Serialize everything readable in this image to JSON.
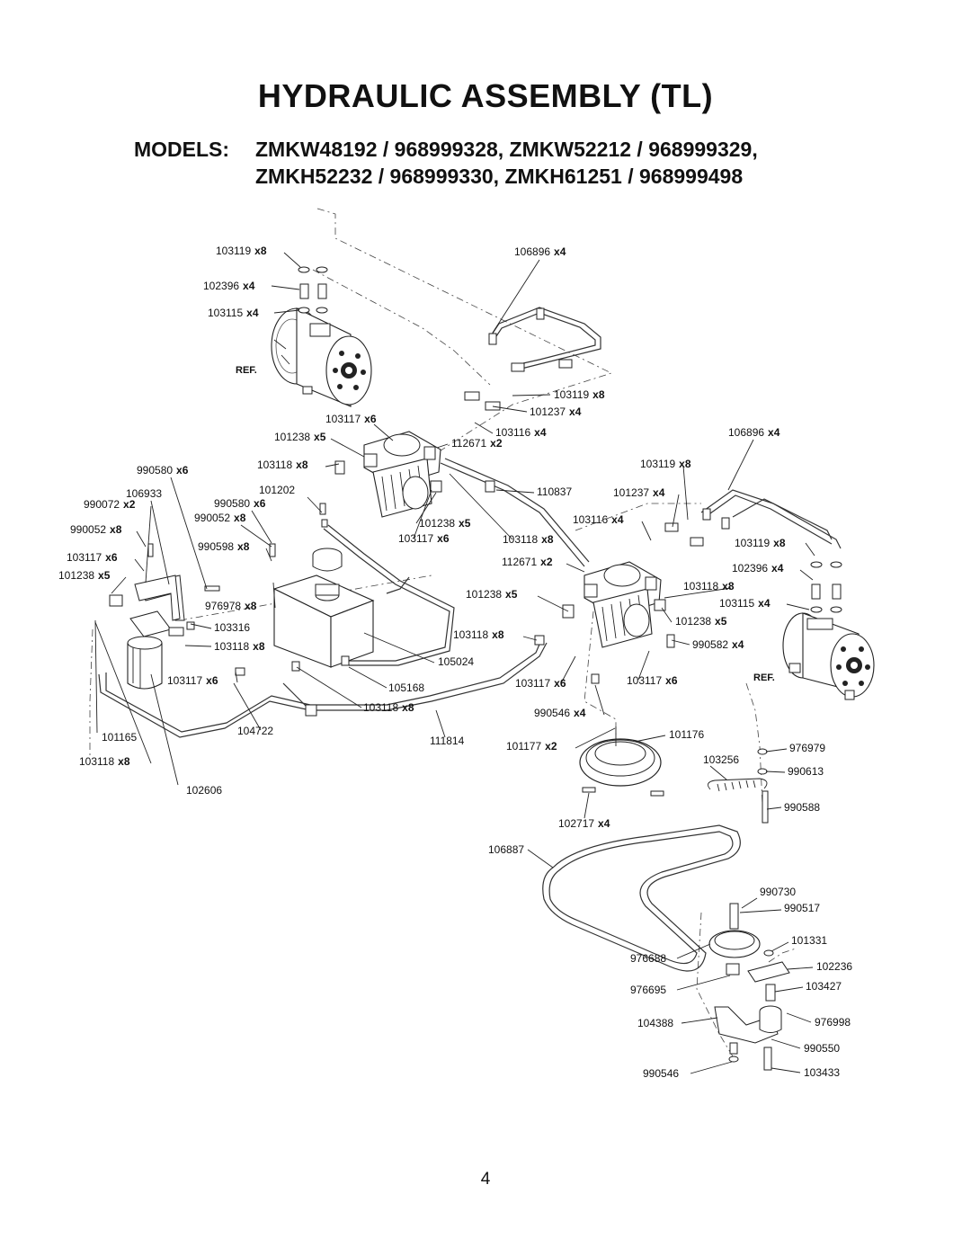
{
  "title": "HYDRAULIC ASSEMBLY (TL)",
  "models": {
    "prefix": "MODELS:",
    "line1": "ZMKW48192  /  968999328,  ZMKW52212  /  968999329,",
    "line2": "ZMKH52232  /  968999330,  ZMKH61251  /  968999498"
  },
  "page_number": "4",
  "ref_labels": [
    "REF.",
    "REF."
  ],
  "callouts": [
    {
      "pn": "103119",
      "qty": "x8"
    },
    {
      "pn": "102396",
      "qty": "x4"
    },
    {
      "pn": "103115",
      "qty": "x4"
    },
    {
      "pn": "106896",
      "qty": "x4"
    },
    {
      "pn": "103119",
      "qty": "x8"
    },
    {
      "pn": "101237",
      "qty": "x4"
    },
    {
      "pn": "103117",
      "qty": "x6"
    },
    {
      "pn": "101238",
      "qty": "x5"
    },
    {
      "pn": "103116",
      "qty": "x4"
    },
    {
      "pn": "112671",
      "qty": "x2"
    },
    {
      "pn": "106896",
      "qty": "x4"
    },
    {
      "pn": "990580",
      "qty": "x6"
    },
    {
      "pn": "103118",
      "qty": "x8"
    },
    {
      "pn": "103119",
      "qty": "x8"
    },
    {
      "pn": "106933",
      "qty": ""
    },
    {
      "pn": "101202",
      "qty": ""
    },
    {
      "pn": "110837",
      "qty": ""
    },
    {
      "pn": "101237",
      "qty": "x4"
    },
    {
      "pn": "990072",
      "qty": "x2"
    },
    {
      "pn": "990580",
      "qty": "x6"
    },
    {
      "pn": "990052",
      "qty": "x8"
    },
    {
      "pn": "101238",
      "qty": "x5"
    },
    {
      "pn": "103116",
      "qty": "x4"
    },
    {
      "pn": "990052",
      "qty": "x8"
    },
    {
      "pn": "103117",
      "qty": "x6"
    },
    {
      "pn": "103118",
      "qty": "x8"
    },
    {
      "pn": "103119",
      "qty": "x8"
    },
    {
      "pn": "990598",
      "qty": "x8"
    },
    {
      "pn": "103117",
      "qty": "x6"
    },
    {
      "pn": "112671",
      "qty": "x2"
    },
    {
      "pn": "102396",
      "qty": "x4"
    },
    {
      "pn": "101238",
      "qty": "x5"
    },
    {
      "pn": "103118",
      "qty": "x8"
    },
    {
      "pn": "976978",
      "qty": "x8"
    },
    {
      "pn": "101238",
      "qty": "x5"
    },
    {
      "pn": "103115",
      "qty": "x4"
    },
    {
      "pn": "103316",
      "qty": ""
    },
    {
      "pn": "101238",
      "qty": "x5"
    },
    {
      "pn": "103118",
      "qty": "x8"
    },
    {
      "pn": "103118",
      "qty": "x8"
    },
    {
      "pn": "990582",
      "qty": "x4"
    },
    {
      "pn": "105024",
      "qty": ""
    },
    {
      "pn": "103117",
      "qty": "x6"
    },
    {
      "pn": "105168",
      "qty": ""
    },
    {
      "pn": "103117",
      "qty": "x6"
    },
    {
      "pn": "103117",
      "qty": "x6"
    },
    {
      "pn": "103118",
      "qty": "x8"
    },
    {
      "pn": "990546",
      "qty": "x4"
    },
    {
      "pn": "104722",
      "qty": ""
    },
    {
      "pn": "101165",
      "qty": ""
    },
    {
      "pn": "111814",
      "qty": ""
    },
    {
      "pn": "101176",
      "qty": ""
    },
    {
      "pn": "101177",
      "qty": "x2"
    },
    {
      "pn": "976979",
      "qty": ""
    },
    {
      "pn": "103256",
      "qty": ""
    },
    {
      "pn": "103118",
      "qty": "x8"
    },
    {
      "pn": "990613",
      "qty": ""
    },
    {
      "pn": "102606",
      "qty": ""
    },
    {
      "pn": "990588",
      "qty": ""
    },
    {
      "pn": "102717",
      "qty": "x4"
    },
    {
      "pn": "106887",
      "qty": ""
    },
    {
      "pn": "990730",
      "qty": ""
    },
    {
      "pn": "990517",
      "qty": ""
    },
    {
      "pn": "101331",
      "qty": ""
    },
    {
      "pn": "976688",
      "qty": ""
    },
    {
      "pn": "102236",
      "qty": ""
    },
    {
      "pn": "976695",
      "qty": ""
    },
    {
      "pn": "103427",
      "qty": ""
    },
    {
      "pn": "104388",
      "qty": ""
    },
    {
      "pn": "976998",
      "qty": ""
    },
    {
      "pn": "990550",
      "qty": ""
    },
    {
      "pn": "990546",
      "qty": ""
    },
    {
      "pn": "103433",
      "qty": ""
    }
  ]
}
